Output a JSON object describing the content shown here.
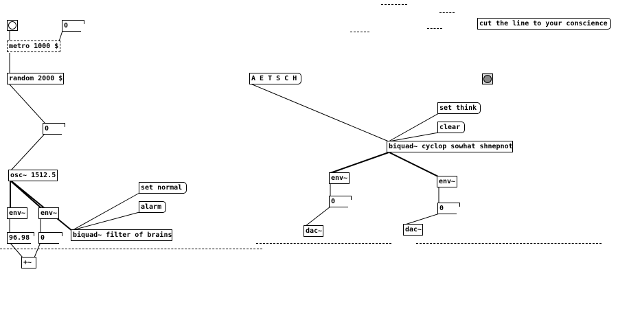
{
  "objects": {
    "metro": "metro 1000 $",
    "random": "random 2000 $",
    "osc": "osc~ 1512.5",
    "env_left_1": "env~",
    "env_left_2": "env~",
    "plus": "+~",
    "biquad_left": "biquad~ filter of brains",
    "biquad_right": "biquad~ cyclop sowhat shnepnot",
    "env_right_1": "env~",
    "env_right_2": "env~",
    "dac_1": "dac~",
    "dac_2": "dac~"
  },
  "numbers": {
    "top": "0",
    "mid": "0",
    "env1_value": "96.98",
    "env2_value": "0",
    "right_1": "0",
    "right_2": "0"
  },
  "messages": {
    "set_normal": "set normal",
    "alarm": "alarm",
    "aetsch": "A E T S C H",
    "set_think": "set think",
    "clear": "clear",
    "comment": "cut the line to your conscience"
  },
  "colors": {
    "canvas": "#ffffff",
    "ink": "#000000",
    "bang_active": "#888888"
  }
}
